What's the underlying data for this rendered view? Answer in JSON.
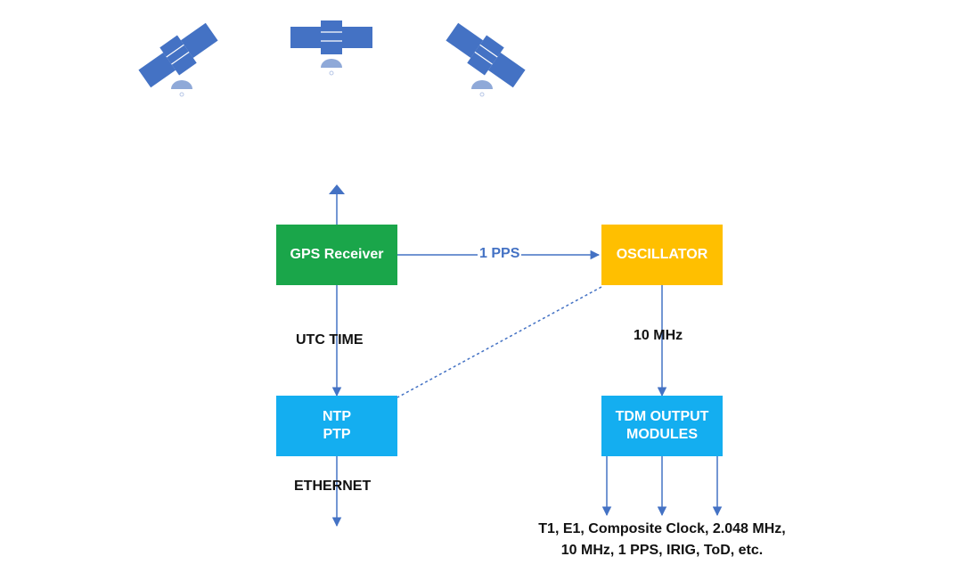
{
  "colors": {
    "line": "#4472c4",
    "gps_box": "#1aa64a",
    "oscillator_box": "#ffbf00",
    "ntp_box": "#14aef0",
    "tdm_box": "#14aef0",
    "satellite": "#4472c4"
  },
  "icons": {
    "satellite": "satellite-icon",
    "antenna": "antenna-icon"
  },
  "boxes": {
    "gps": {
      "label": "GPS Receiver"
    },
    "oscillator": {
      "label": "OSCILLATOR"
    },
    "ntp": {
      "line1": "NTP",
      "line2": "PTP"
    },
    "tdm": {
      "line1": "TDM OUTPUT",
      "line2": "MODULES"
    }
  },
  "labels": {
    "pps": "1 PPS",
    "utc": "UTC TIME",
    "mhz10": "10 MHz",
    "ethernet": "ETHERNET"
  },
  "outputs": {
    "line1": "T1, E1, Composite Clock, 2.048 MHz,",
    "line2": "10 MHz, 1 PPS, IRIG, ToD, etc."
  }
}
